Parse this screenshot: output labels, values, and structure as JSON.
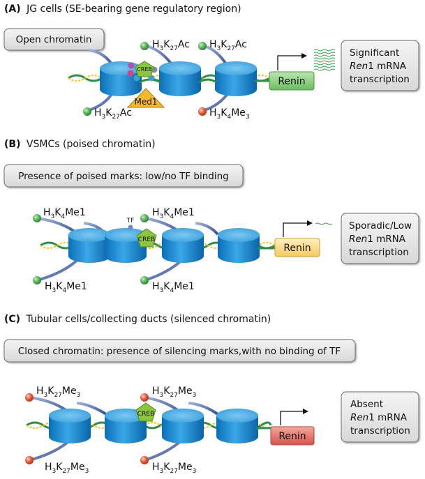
{
  "panels": [
    {
      "letter": "(A)",
      "title": "JG cells (SE-bearing gene regulatory region)",
      "state_label": "Open chromatin",
      "gene": "Renin",
      "outcome_line1": "Significant",
      "outcome_italic": "Ren",
      "outcome_rest": "1 mRNA",
      "outcome_line3": "transcription",
      "tf_label": "CREB",
      "mediator_label": "Med1"
    },
    {
      "letter": "(B)",
      "title": "VSMCs (poised chromatin)",
      "state_label": "Presence of poised marks: low/no TF binding",
      "gene": "Renin",
      "outcome_line1": "Sporadic/Low",
      "outcome_italic": "Ren",
      "outcome_rest": "1 mRNA",
      "outcome_line3": "transcription",
      "tf_label": "CREB",
      "tf_small_label": "TF"
    },
    {
      "letter": "(C)",
      "title": "Tubular cells/collecting ducts (silenced chromatin)",
      "state_label": "Closed chromatin: presence of silencing marks,with no binding of TF",
      "gene": "Renin",
      "outcome_line1": "Absent",
      "outcome_italic": "Ren",
      "outcome_rest": "1 mRNA",
      "outcome_line3": "transcription",
      "tf_label": "CREB"
    }
  ],
  "marks": {
    "h3k27ac": {
      "a": "H",
      "s1": "3",
      "b": "K",
      "s2": "27",
      "c": "Ac"
    },
    "h3k4me3": {
      "a": "H",
      "s1": "3",
      "b": "K",
      "s2": "4",
      "c": "Me",
      "s3": "3"
    },
    "h3k4me1": {
      "a": "H",
      "s1": "3",
      "b": "K",
      "s2": "4",
      "c": "Me1"
    },
    "h3k27me3": {
      "a": "H",
      "s1": "3",
      "b": "K",
      "s2": "27",
      "c": "Me",
      "s3": "3"
    }
  },
  "colors": {
    "nucleosome": "#1f8fd6",
    "mark_green": "#5cb85c",
    "mark_red": "#e05a3a",
    "renin_green": "#7cc576",
    "renin_yellow": "#fbd97a",
    "renin_red": "#e0655a",
    "creb": "#8cc63f",
    "med1": "#f5b82e"
  }
}
